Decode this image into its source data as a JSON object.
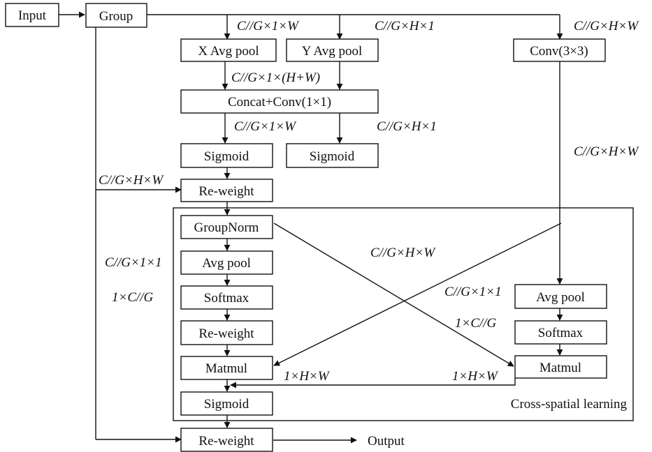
{
  "nodes": {
    "input": "Input",
    "group": "Group",
    "x_avg_pool": "X Avg pool",
    "y_avg_pool": "Y Avg pool",
    "conv3x3": "Conv(3×3)",
    "concat_conv": "Concat+Conv(1×1)",
    "sigmoid_left": "Sigmoid",
    "sigmoid_right": "Sigmoid",
    "reweight_1": "Re-weight",
    "groupnorm": "GroupNorm",
    "avg_pool_left": "Avg pool",
    "softmax_left": "Softmax",
    "reweight_2": "Re-weight",
    "matmul_left": "Matmul",
    "avg_pool_right": "Avg pool",
    "softmax_right": "Softmax",
    "matmul_right": "Matmul",
    "sigmoid_bottom": "Sigmoid",
    "reweight_final": "Re-weight",
    "output": "Output"
  },
  "region_label": "Cross-spatial learning",
  "dims": {
    "x_pool_in": "C//G×1×W",
    "y_pool_in": "C//G×H×1",
    "conv_in": "C//G×H×W",
    "concat_in": "C//G×1×(H+W)",
    "split_left": "C//G×1×W",
    "split_right": "C//G×H×1",
    "conv_out": "C//G×H×W",
    "skip_reweight": "C//G×H×W",
    "left_pool_out": "C//G×1×1",
    "left_softmax_out": "1×C//G",
    "cross": "C//G×H×W",
    "right_pool_out": "C//G×1×1",
    "right_softmax_out": "1×C//G",
    "matmul_left_out": "1×H×W",
    "matmul_right_out": "1×H×W"
  }
}
